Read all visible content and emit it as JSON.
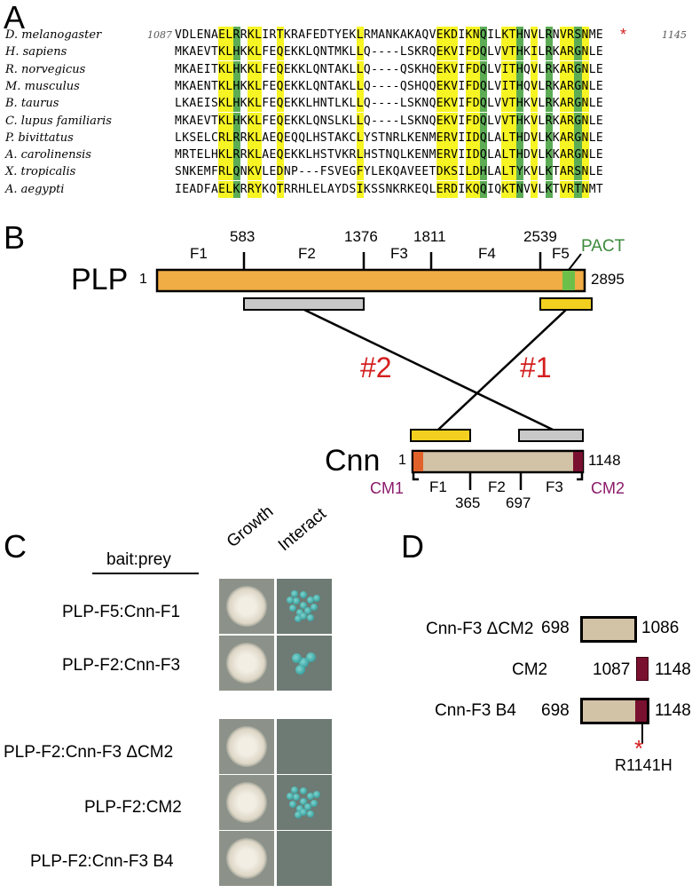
{
  "panels": {
    "a": "A",
    "b": "B",
    "c": "C",
    "d": "D"
  },
  "alignment": {
    "start_number": "1087",
    "end_number": "1145",
    "marker": "*",
    "rows": [
      {
        "species": "D. melanogaster",
        "seq": "VDLENAELRRKLIRTKRAFEDTYEKLRMANKAKAQVEKDIKNQILKTHNVLRNVRSNME"
      },
      {
        "species": "H. sapiens",
        "seq": "MKAEVTKLHKKLFEQEKKLQNTMKLLQ----LSKRQEKVIFDQLVVTHKILRKARGNLE"
      },
      {
        "species": "R. norvegicus",
        "seq": "MKAEITKLHKKLFEQEKKLQNTAKLLQ----QSKHQEKVIFDQLVITHQVLRKARGNLE"
      },
      {
        "species": "M. musculus",
        "seq": "MKAENTKLHKKLFEQEKKLQNTAKLLQ----QSHQQEKVIFDQLVITHQVLRKARGNLE"
      },
      {
        "species": "B. taurus",
        "seq": "LKAEISKLHKKLFEQEKKLHNTLKLLQ----LSKNQEKVIFDQLVVTHKVLRKARGNLE"
      },
      {
        "species": "C. lupus familiaris",
        "seq": "MKAEVTKLHKKLFEQEKKLQNSLKLLQ----LSKNQEKVIFDQLVVTHKVLRKARGNLE"
      },
      {
        "species": "P. bivittatus",
        "seq": "LKSELCRLRRKLAEQEQQLHSTAKCLYSTNRLKENMERVIIDQLALTHDVLKKARGNLE"
      },
      {
        "species": "A. carolinensis",
        "seq": "MRTELHKLRRKLAEQEKKLHSTVKRLHSTNQLKENMERVIIDQLALTHDVLKKARGNLE"
      },
      {
        "species": "X. tropicalis",
        "seq": "SNKEMFRLQNKVLEDNP---FSVEGFYLEKQAVEETDKSILDHLALTYKVLKTARSNLE"
      },
      {
        "species": "A. aegypti",
        "seq": "IEADFAELKRRYKQTRRHLELAYDSIKSSNKRKEQLERDIKQQIQKTNVVLKTVRTNMT"
      }
    ]
  },
  "plp": {
    "name": "PLP",
    "start": "1",
    "end": "2895",
    "fragments": [
      "F1",
      "F2",
      "F3",
      "F4",
      "F5"
    ],
    "boundaries": [
      "583",
      "1376",
      "1811",
      "2539"
    ],
    "domain": "PACT"
  },
  "cnn": {
    "name": "Cnn",
    "start": "1",
    "end": "1148",
    "fragments": [
      "F1",
      "F2",
      "F3"
    ],
    "boundaries": [
      "365",
      "697"
    ],
    "motifs": [
      "CM1",
      "CM2"
    ]
  },
  "interactions": [
    "#2",
    "#1"
  ],
  "yeast": {
    "header": "bait:prey",
    "columns": [
      "Growth",
      "Interact"
    ],
    "rows": [
      {
        "label": "PLP-F5:Cnn-F1",
        "interact": "strong"
      },
      {
        "label": "PLP-F2:Cnn-F3",
        "interact": "weak"
      },
      {
        "label": "PLP-F2:Cnn-F3 ΔCM2",
        "interact": "none"
      },
      {
        "label": "PLP-F2:CM2",
        "interact": "strong"
      },
      {
        "label": "PLP-F2:Cnn-F3 B4",
        "interact": "none"
      }
    ]
  },
  "constructs": [
    {
      "name": "Cnn-F3 ΔCM2",
      "start": "698",
      "end": "1086"
    },
    {
      "name": "CM2",
      "start": "1087",
      "end": "1148"
    },
    {
      "name": "Cnn-F3 B4",
      "start": "698",
      "end": "1148"
    }
  ],
  "mutation": {
    "marker": "*",
    "label": "R1141H"
  },
  "colors": {
    "highlight_yellow": "#f7f423",
    "highlight_green": "#5cac55",
    "plp_fill": "#f0ad45",
    "pact": "#6cc04a",
    "pact_text": "#3d8a3d",
    "cnn_fill": "#d2c2a6",
    "cm1": "#e0622a",
    "cm2": "#7a1030",
    "motif_text": "#8b1a6b",
    "interaction_text": "#d41e1e",
    "f5_box": "#f3d020",
    "f2_box": "#c8c8c8"
  }
}
